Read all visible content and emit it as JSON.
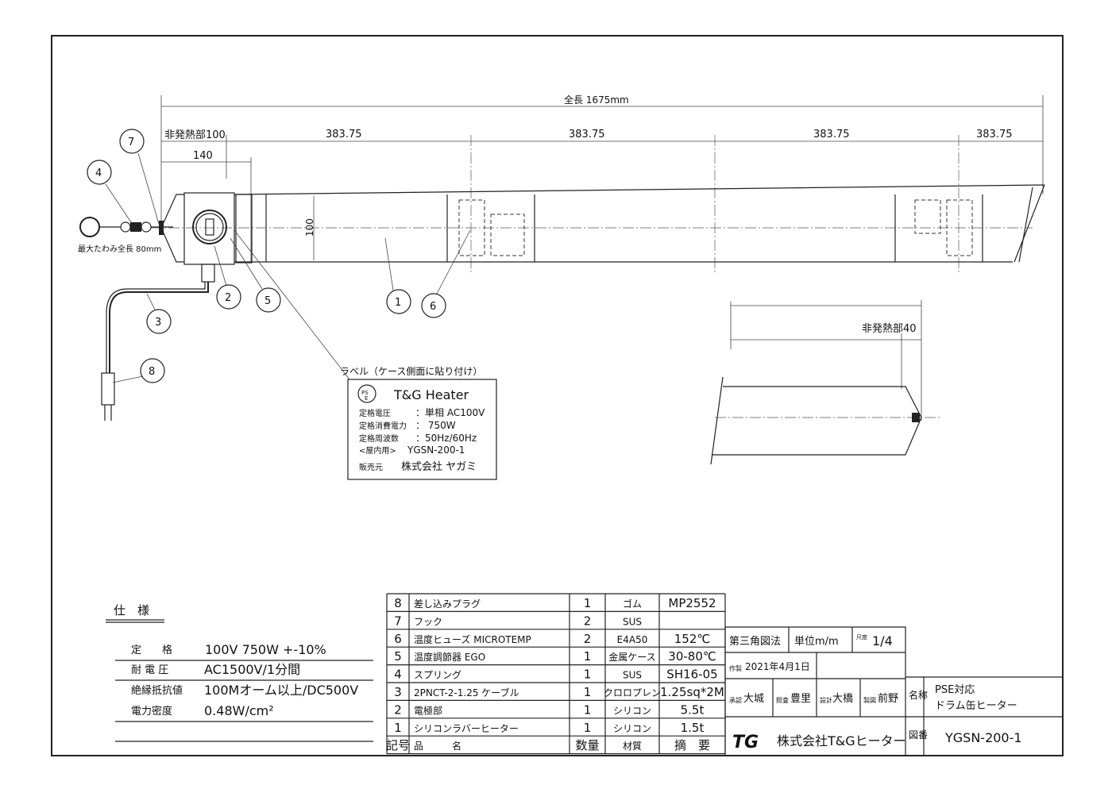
{
  "dimensions": {
    "overall": "全長 1675mm",
    "non_heating_left": "非発熱部100",
    "segment": "383.75",
    "box_length": "140",
    "diameter": "100",
    "max_deflection": "最大たわみ全長 80mm",
    "non_heating_right": "非発熱部40"
  },
  "balloons": [
    "1",
    "2",
    "3",
    "4",
    "5",
    "6",
    "7",
    "8"
  ],
  "label": {
    "caption": "ラベル（ケース側面に貼り付け）",
    "pse_mark": "PSE",
    "brand": "T&G Heater",
    "rows": [
      {
        "key": "定格電圧",
        "value": "：単相 AC100V"
      },
      {
        "key": "定格消費電力",
        "value": "：  750W"
      },
      {
        "key": "定格周波数",
        "value": "：50Hz/60Hz"
      },
      {
        "key": "<屋内用>",
        "value": "YGSN-200-1"
      },
      {
        "key": "販売元",
        "value": "株式会社 ヤガミ"
      }
    ]
  },
  "spec": {
    "title": "仕　様",
    "rows": [
      {
        "key": "定　　格",
        "value": "100V 750W  +-10%"
      },
      {
        "key": "耐 電 圧",
        "value": "AC1500V/1分間"
      },
      {
        "key": "絶縁抵抗値",
        "value": "100Mオーム以上/DC500V"
      },
      {
        "key": "電力密度",
        "value": "0.48W/cm²"
      }
    ]
  },
  "parts": {
    "headers": [
      "記号",
      "品　　　名",
      "数量",
      "材質",
      "摘　要"
    ],
    "rows": [
      [
        "8",
        "差し込みプラグ",
        "1",
        "ゴム",
        "MP2552"
      ],
      [
        "7",
        "フック",
        "2",
        "SUS",
        ""
      ],
      [
        "6",
        "温度ヒューズ MICROTEMP",
        "2",
        "E4A50",
        "152℃"
      ],
      [
        "5",
        "温度調節器  EGO",
        "1",
        "金属ケース",
        "30-80℃"
      ],
      [
        "4",
        "スプリング",
        "1",
        "SUS",
        "SH16-05"
      ],
      [
        "3",
        "2PNCT-2-1.25 ケーブル",
        "1",
        "クロロプレン",
        "1.25sq*2M"
      ],
      [
        "2",
        "電極部",
        "1",
        "シリコン",
        "5.5t"
      ],
      [
        "1",
        "シリコンラバーヒーター",
        "1",
        "シリコン",
        "1.5t"
      ]
    ]
  },
  "title_block": {
    "projection": "第三角図法",
    "unit": "単位m/m",
    "scale_label": "尺度",
    "scale": "1/4",
    "made_label": "作製",
    "date": "2021年4月1日",
    "approved_label": "承認",
    "approved": "大城",
    "checked_label": "照査",
    "checked": "豊里",
    "designed_label": "設計",
    "designed": "大橋",
    "drawn_label": "製図",
    "drawn": "前野",
    "name_label": "名称",
    "name_line1": "PSE対応",
    "name_line2": "ドラム缶ヒーター",
    "company_logo": "TG",
    "company": "株式会社T&Gヒーター",
    "drawing_no_label": "図番",
    "drawing_no": "YGSN-200-1"
  }
}
